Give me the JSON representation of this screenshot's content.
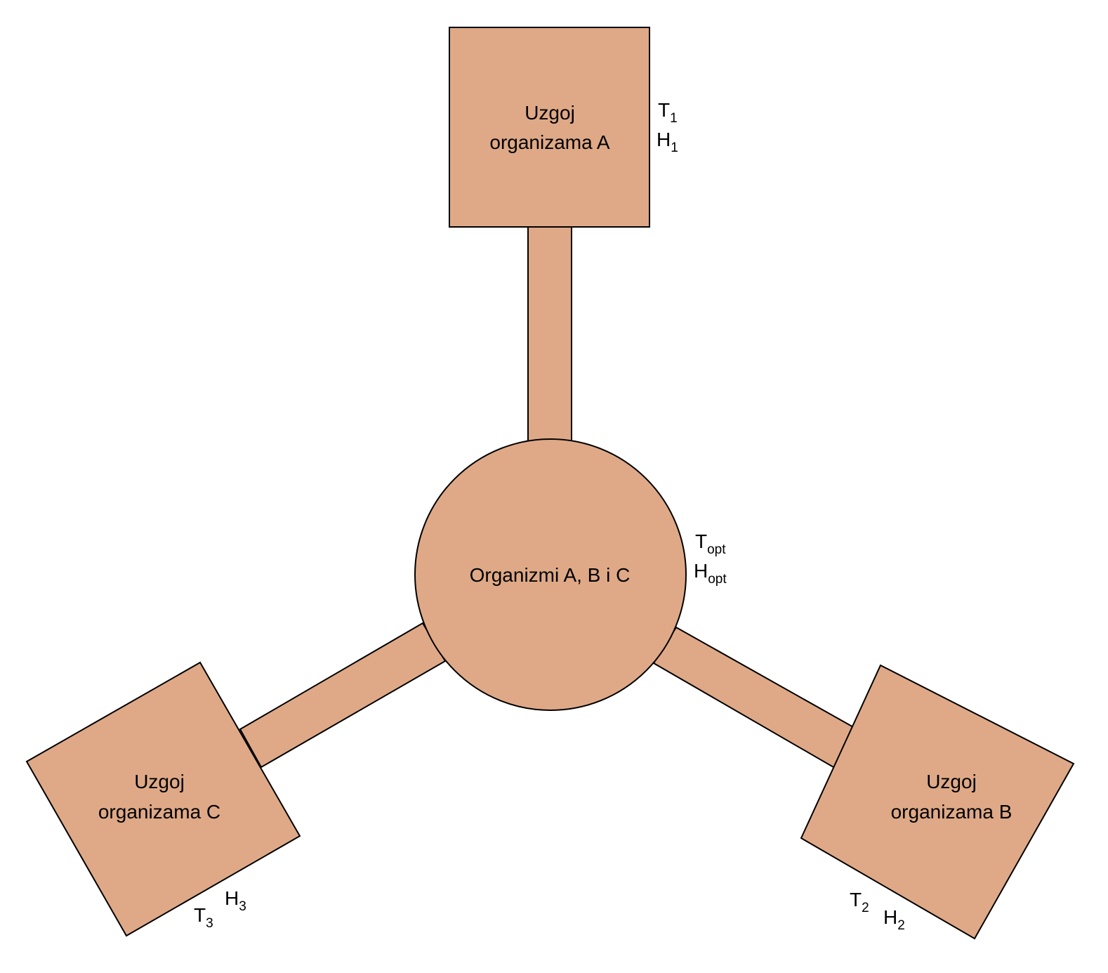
{
  "colors": {
    "fill": "#dfa987",
    "stroke": "#000000"
  },
  "center": {
    "label": "Organizmi A, B i C",
    "t": "T",
    "t_sub": "opt",
    "h": "H",
    "h_sub": "opt"
  },
  "nodes": [
    {
      "line1": "Uzgoj",
      "line2": "organizama A",
      "t": "T",
      "t_sub": "1",
      "h": "H",
      "h_sub": "1"
    },
    {
      "line1": "Uzgoj",
      "line2": "organizama B",
      "t": "T",
      "t_sub": "2",
      "h": "H",
      "h_sub": "2"
    },
    {
      "line1": "Uzgoj",
      "line2": "organizama C",
      "t": "T",
      "t_sub": "3",
      "h": "H",
      "h_sub": "3"
    }
  ]
}
